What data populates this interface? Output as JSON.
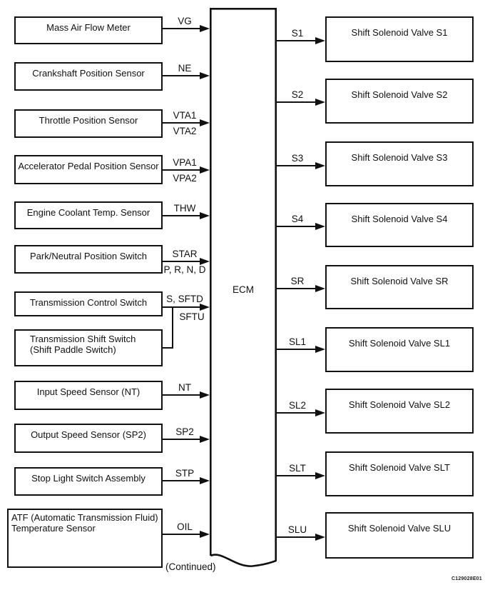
{
  "figure": {
    "ecm_label": "ECM",
    "continued_label": "(Continued)",
    "figure_code": "C129028E01",
    "inputs": [
      {
        "label": "Mass Air Flow Meter",
        "signal_top": "VG",
        "signal_bottom": ""
      },
      {
        "label": "Crankshaft Position Sensor",
        "signal_top": "NE",
        "signal_bottom": ""
      },
      {
        "label": "Throttle Position Sensor",
        "signal_top": "VTA1",
        "signal_bottom": "VTA2"
      },
      {
        "label": "Accelerator Pedal Position Sensor",
        "signal_top": "VPA1",
        "signal_bottom": "VPA2"
      },
      {
        "label": "Engine Coolant Temp. Sensor",
        "signal_top": "THW",
        "signal_bottom": ""
      },
      {
        "label": "Park/Neutral Position Switch",
        "signal_top": "STAR",
        "signal_bottom": "P, R, N, D"
      },
      {
        "label": "Transmission Control Switch",
        "signal_top": "S, SFTD",
        "signal_bottom": "SFTU"
      },
      {
        "label": "Transmission Shift Switch\n(Shift Paddle Switch)",
        "signal_top": "",
        "signal_bottom": ""
      },
      {
        "label": "Input Speed Sensor (NT)",
        "signal_top": "NT",
        "signal_bottom": ""
      },
      {
        "label": "Output Speed Sensor (SP2)",
        "signal_top": "SP2",
        "signal_bottom": ""
      },
      {
        "label": "Stop Light Switch Assembly",
        "signal_top": "STP",
        "signal_bottom": ""
      },
      {
        "label": "ATF (Automatic Transmission Fluid)\nTemperature Sensor",
        "signal_top": "OIL",
        "signal_bottom": ""
      }
    ],
    "outputs": [
      {
        "signal": "S1",
        "label": "Shift Solenoid Valve S1"
      },
      {
        "signal": "S2",
        "label": "Shift Solenoid Valve S2"
      },
      {
        "signal": "S3",
        "label": "Shift Solenoid Valve S3"
      },
      {
        "signal": "S4",
        "label": "Shift Solenoid Valve S4"
      },
      {
        "signal": "SR",
        "label": "Shift Solenoid Valve SR"
      },
      {
        "signal": "SL1",
        "label": "Shift Solenoid Valve SL1"
      },
      {
        "signal": "SL2",
        "label": "Shift Solenoid Valve SL2"
      },
      {
        "signal": "SLT",
        "label": "Shift Solenoid Valve SLT"
      },
      {
        "signal": "SLU",
        "label": "Shift Solenoid Valve SLU"
      }
    ]
  }
}
